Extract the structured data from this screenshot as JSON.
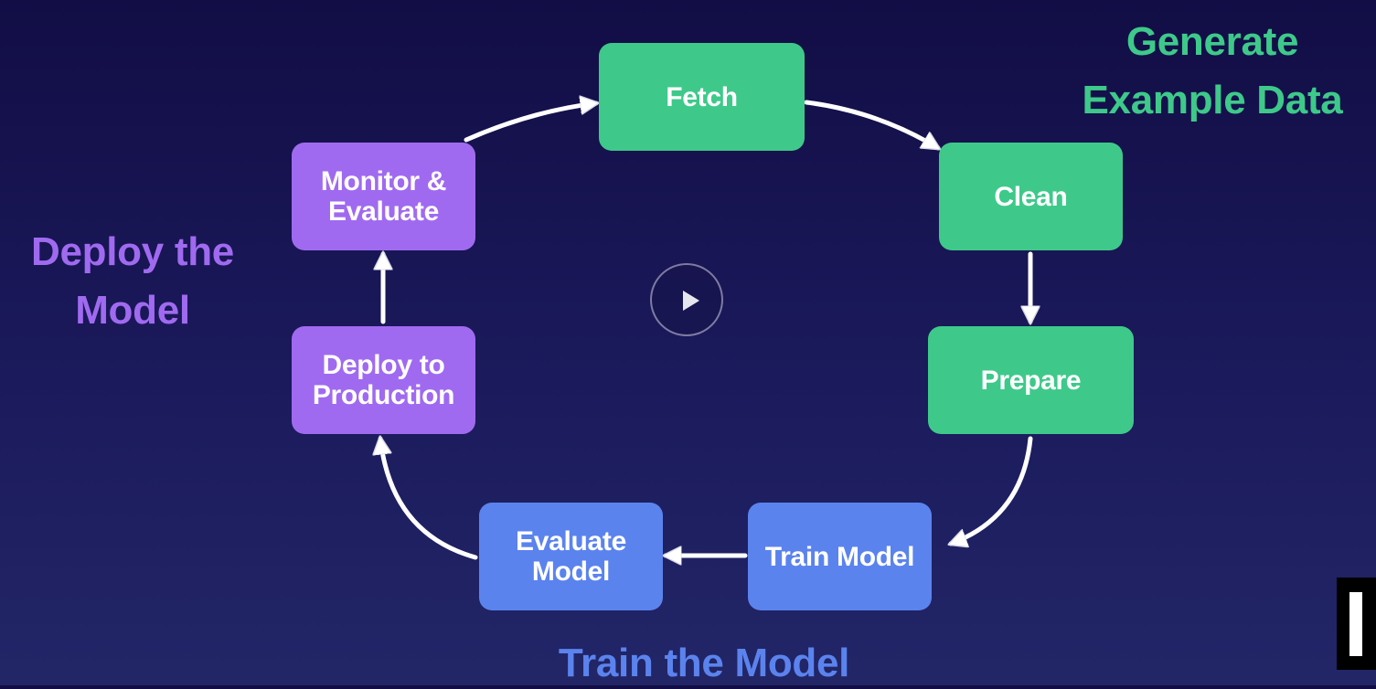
{
  "diagram": {
    "steps": {
      "fetch": "Fetch",
      "clean": "Clean",
      "prepare": "Prepare",
      "train_model": "Train Model",
      "evaluate_model": "Evaluate\nModel",
      "deploy_to_production": "Deploy to\nProduction",
      "monitor_evaluate": "Monitor &\nEvaluate"
    },
    "phases": {
      "generate": "Generate\nExample Data",
      "deploy": "Deploy the\nModel",
      "train": "Train the Model"
    }
  },
  "colors": {
    "generate_phase": "#3ec98a",
    "deploy_phase": "#a06af0",
    "train_phase": "#5b83ee",
    "background": "#161252"
  },
  "icons": {
    "play": "play-icon"
  }
}
